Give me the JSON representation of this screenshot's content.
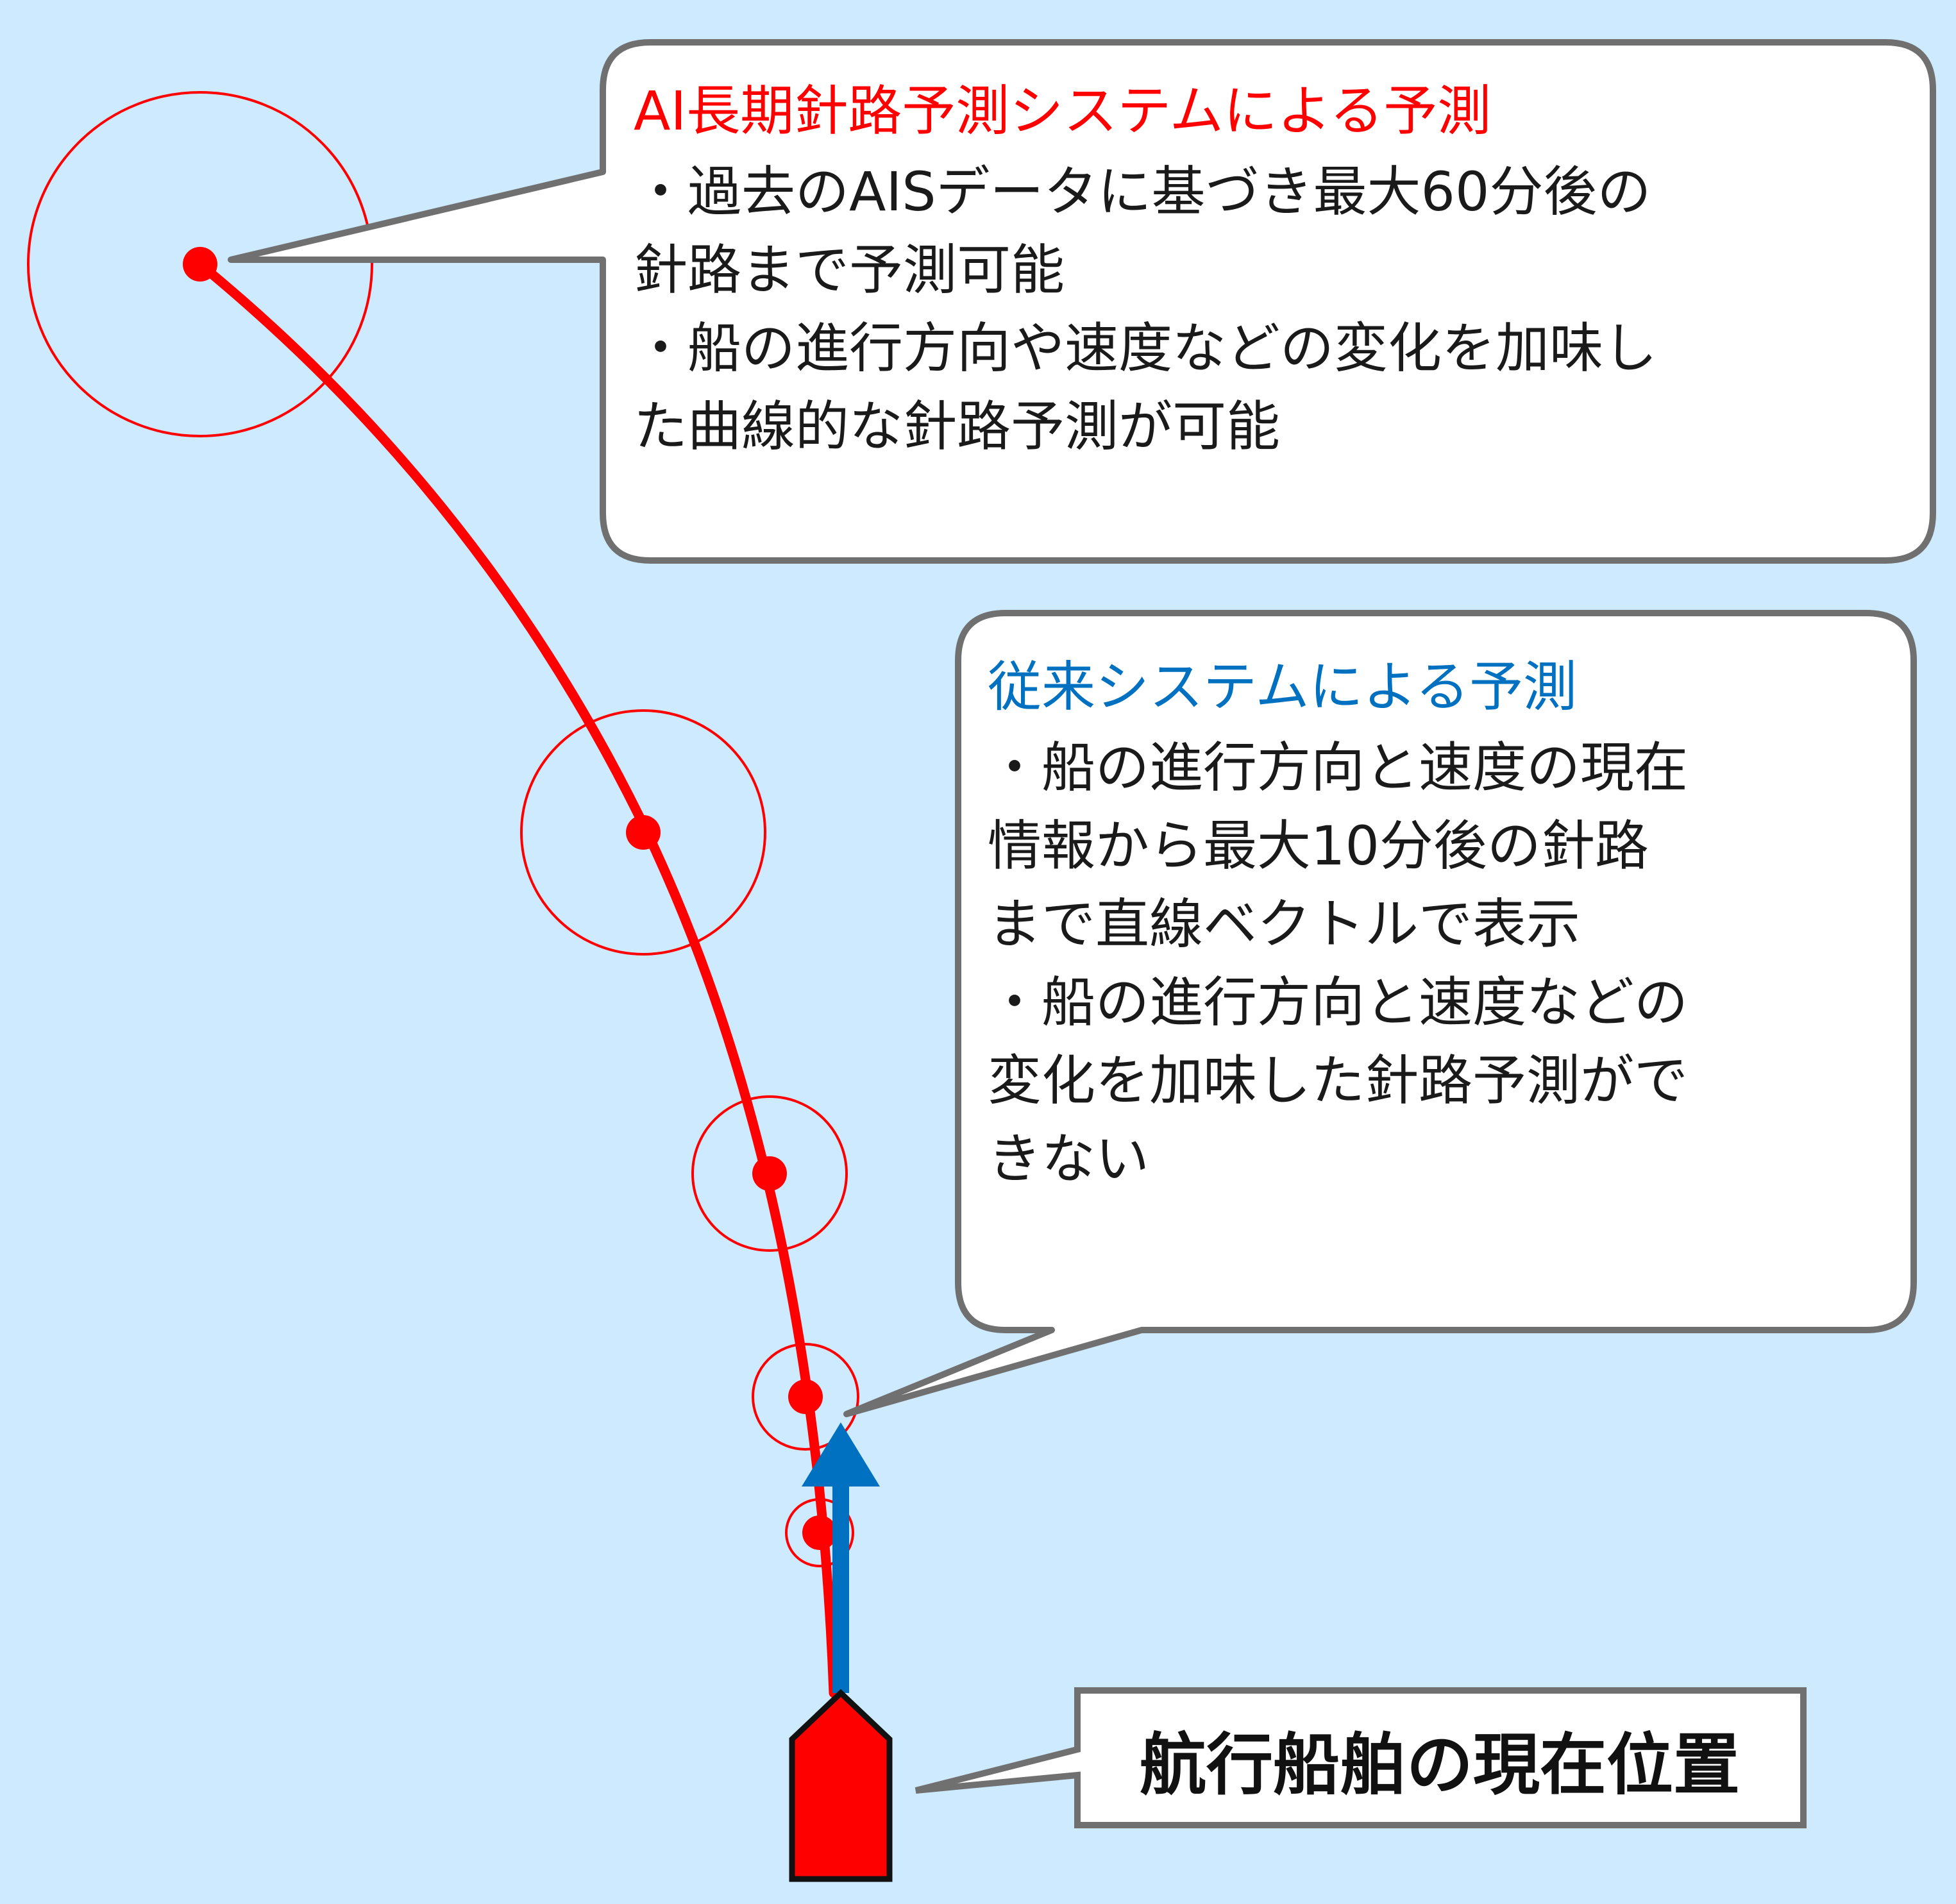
{
  "ai_callout": {
    "title": "AI長期針路予測システムによる予測",
    "lines": [
      "・過去のAISデータに基づき最大60分後の",
      "針路まで予測可能",
      "・船の進行方向や速度などの変化を加味し",
      "た曲線的な針路予測が可能"
    ]
  },
  "conventional_callout": {
    "title": "従来システムによる予測",
    "lines": [
      "・船の進行方向と速度の現在",
      "情報から最大10分後の針路",
      "まで直線ベクトルで表示",
      "・船の進行方向と速度などの",
      "変化を加味した針路予測がで",
      "きない"
    ]
  },
  "position_label": "航行船舶の現在位置",
  "colors": {
    "background": "#cdeaff",
    "ai_prediction": "#ff0000",
    "conventional_prediction": "#0070c0",
    "callout_border": "#707070",
    "ship": "#ff0000"
  }
}
